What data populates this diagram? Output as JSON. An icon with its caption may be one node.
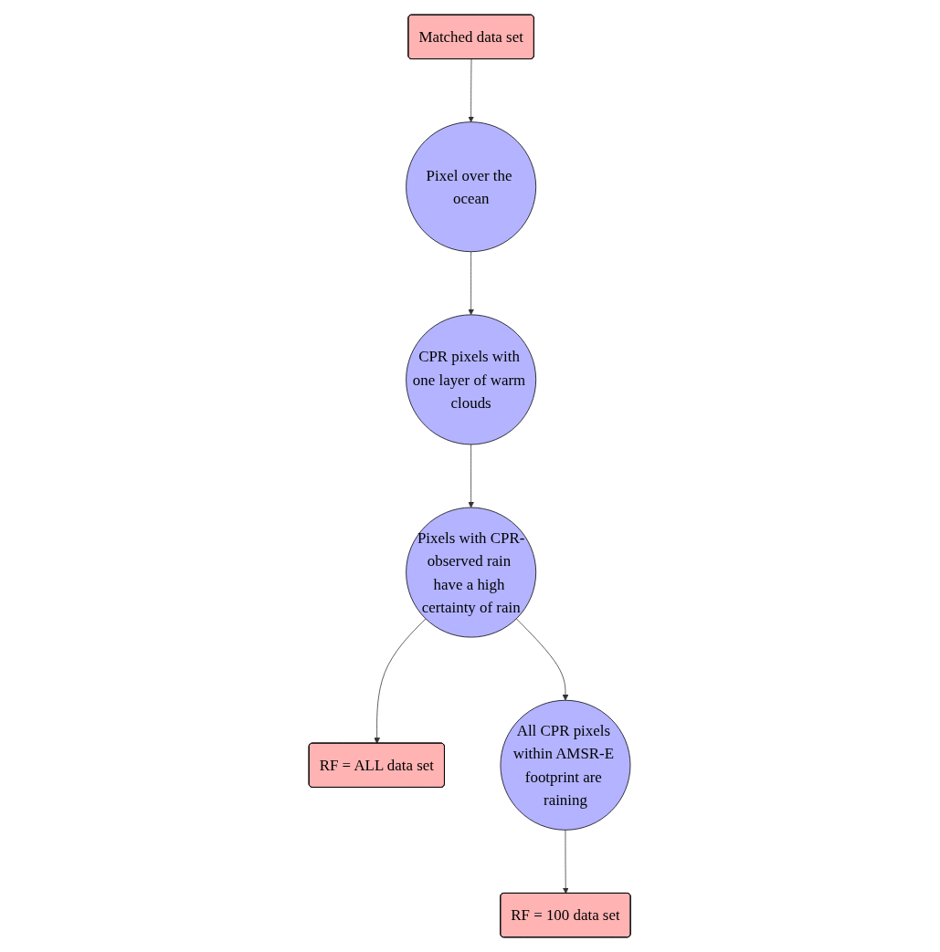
{
  "diagram": {
    "nodes": [
      {
        "text": [
          "Pixel over the ocean"
        ]
      },
      {
        "text": [
          "Matched data set"
        ]
      },
      {
        "text": [
          "CPR pixels with one layer of warm clouds"
        ]
      },
      {
        "text": [
          "Pixels with CPR-observed rain have a high certainty of rain"
        ]
      },
      {
        "text": [
          "RF = ALL data set"
        ]
      },
      {
        "text": [
          "RF = 100 data set"
        ]
      },
      {
        "text": [
          "All CPR pixels within AMSR-E footprint are raining"
        ]
      }
    ],
    "edges": [
      {
        "from": 1,
        "to": 0,
        "arrow": "to"
      },
      {
        "from": 0,
        "to": 2,
        "arrow": "to"
      },
      {
        "from": 2,
        "to": 3,
        "arrow": "to"
      },
      {
        "from": 3,
        "to": 4,
        "arrow": "to"
      },
      {
        "from": 3,
        "to": 6,
        "arrow": "to"
      },
      {
        "from": 6,
        "to": 5,
        "arrow": "to"
      }
    ]
  }
}
